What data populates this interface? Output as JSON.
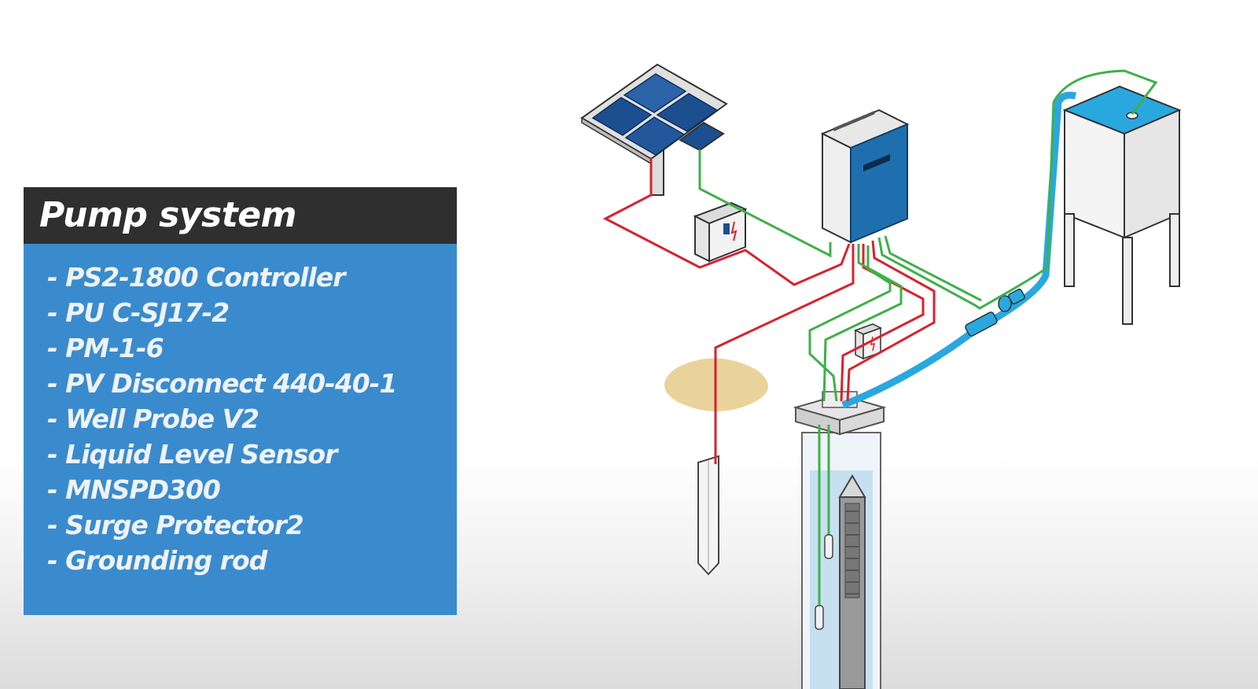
{
  "panel": {
    "title": "Pump system",
    "items": [
      "- PS2-1800 Controller",
      "- PU C-SJ17-2",
      "- PM-1-6",
      "- PV Disconnect 440-40-1",
      "- Well Probe V2",
      "- Liquid Level Sensor",
      "- MNSPD300",
      "- Surge Protector2",
      "- Grounding rod"
    ]
  },
  "colors": {
    "header_bg": "#2f2f2f",
    "panel_bg": "#3a8bcd",
    "wire_power": "#d6232f",
    "wire_signal": "#3fb04a",
    "water_pipe": "#29a8e0",
    "controller_blue": "#1f6fae",
    "solar_cell": "#1c4f8f",
    "ground_pad": "#ead39a"
  },
  "diagram": {
    "components": [
      {
        "name": "solar-panel-array",
        "icon": "solar-panel-icon"
      },
      {
        "name": "pump-controller",
        "icon": "controller-icon"
      },
      {
        "name": "pv-disconnect",
        "icon": "switch-box-icon"
      },
      {
        "name": "surge-protector",
        "icon": "switch-box-icon"
      },
      {
        "name": "water-tank",
        "icon": "tank-icon"
      },
      {
        "name": "flow-meter",
        "icon": "pipe-meter-icon"
      },
      {
        "name": "grounding-rod",
        "icon": "rod-icon"
      },
      {
        "name": "well-casing",
        "icon": "well-icon"
      },
      {
        "name": "submersible-pump",
        "icon": "pump-icon"
      }
    ]
  }
}
